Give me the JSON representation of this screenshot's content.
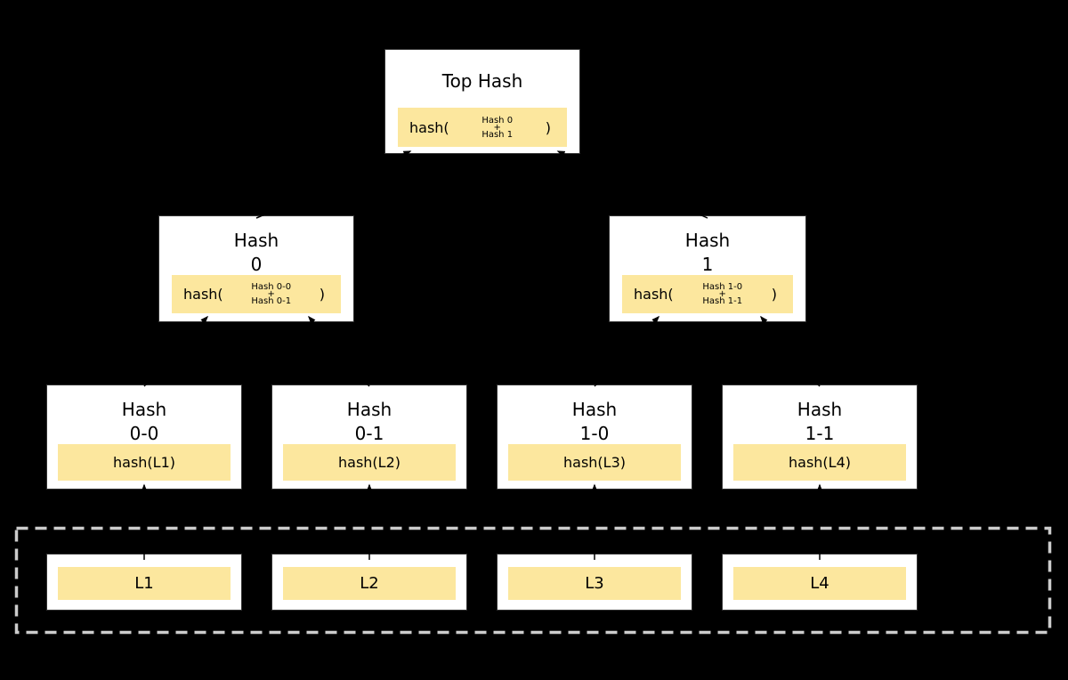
{
  "diagram": {
    "kind": "merkle-hash-tree",
    "colors": {
      "background": "#000000",
      "box_fill": "#ffffff",
      "highlight_fill": "#fce79e",
      "dashed_boundary": "#cccccc",
      "box_border": "#333333",
      "text": "#000000"
    },
    "nodes": {
      "top": {
        "title": "Top Hash",
        "fn": "hash(",
        "operand_a": "Hash 0",
        "operator": "+",
        "operand_b": "Hash 1",
        "paren": ")"
      },
      "hash0": {
        "title_line1": "Hash",
        "title_line2": "0",
        "fn": "hash(",
        "operand_a": "Hash 0-0",
        "operator": "+",
        "operand_b": "Hash 0-1",
        "paren": ")"
      },
      "hash1": {
        "title_line1": "Hash",
        "title_line2": "1",
        "fn": "hash(",
        "operand_a": "Hash 1-0",
        "operator": "+",
        "operand_b": "Hash 1-1",
        "paren": ")"
      },
      "hash00": {
        "title_line1": "Hash",
        "title_line2": "0-0",
        "expr": "hash(L1)"
      },
      "hash01": {
        "title_line1": "Hash",
        "title_line2": "0-1",
        "expr": "hash(L2)"
      },
      "hash10": {
        "title_line1": "Hash",
        "title_line2": "1-0",
        "expr": "hash(L3)"
      },
      "hash11": {
        "title_line1": "Hash",
        "title_line2": "1-1",
        "expr": "hash(L4)"
      }
    },
    "data_blocks": [
      {
        "label": "L1"
      },
      {
        "label": "L2"
      },
      {
        "label": "L3"
      },
      {
        "label": "L4"
      }
    ]
  }
}
